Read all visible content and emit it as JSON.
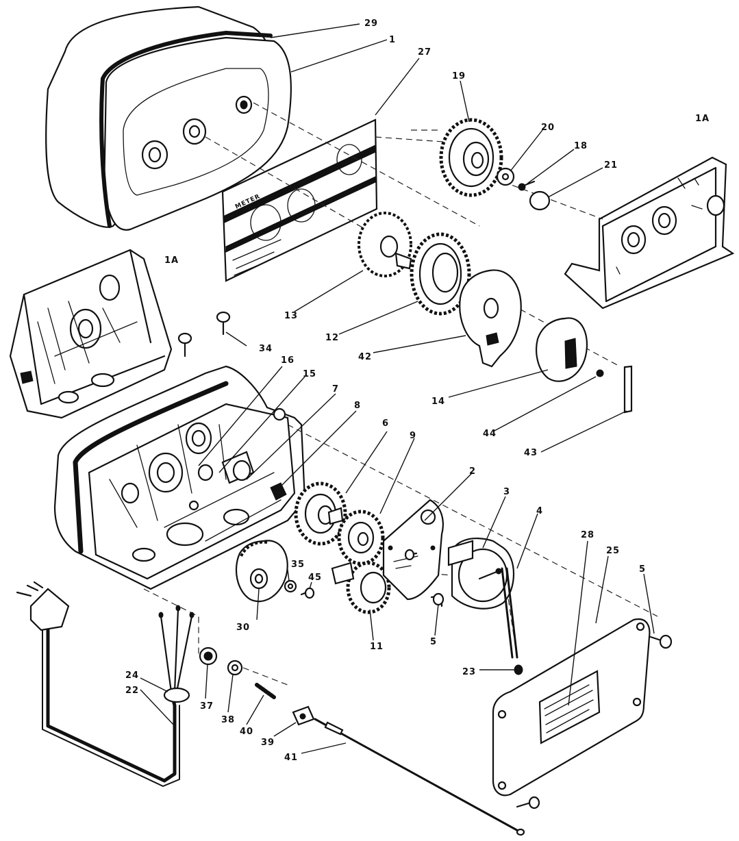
{
  "diagram": {
    "part_labels": {
      "p29": "29",
      "p1": "1",
      "p27": "27",
      "p19": "19",
      "p20": "20",
      "p18": "18",
      "p21": "21",
      "p1a_top": "1A",
      "p1a_left": "1A",
      "p13": "13",
      "p12": "12",
      "p42": "42",
      "p14": "14",
      "p34": "34",
      "p16": "16",
      "p15": "15",
      "p7": "7",
      "p8": "8",
      "p6": "6",
      "p9": "9",
      "p2": "2",
      "p3": "3",
      "p4": "4",
      "p44": "44",
      "p43": "43",
      "p28": "28",
      "p25": "25",
      "p5_right": "5",
      "p35": "35",
      "p45": "45",
      "p30": "30",
      "p11": "11",
      "p5_mid": "5",
      "p23": "23",
      "p24": "24",
      "p22": "22",
      "p37": "37",
      "p38": "38",
      "p40": "40",
      "p39": "39",
      "p41": "41"
    },
    "plate_text": "METER"
  }
}
